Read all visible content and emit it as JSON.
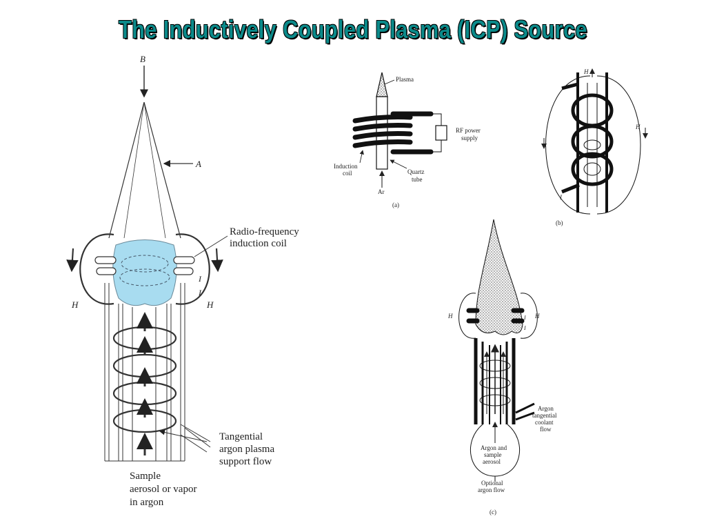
{
  "title": "The Inductively Coupled Plasma (ICP) Source",
  "left_figure": {
    "label_B": "B",
    "label_A": "A",
    "label_H_left": "H",
    "label_H_right": "H",
    "label_I1": "I",
    "label_I2": "I",
    "rf_coil_line1": "Radio-frequency",
    "rf_coil_line2": "induction coil",
    "tangential_line1": "Tangential",
    "tangential_line2": "argon plasma",
    "tangential_line3": "support flow",
    "sample_line1": "Sample",
    "sample_line2": "aerosol or vapor",
    "sample_line3": "in argon"
  },
  "figure_a": {
    "plasma": "Plasma",
    "rf_power_line1": "RF power",
    "rf_power_line2": "supply",
    "induction_line1": "Induction",
    "induction_line2": "coil",
    "quartz_line1": "Quartz",
    "quartz_line2": "tube",
    "ar": "Ar",
    "caption": "(a)"
  },
  "figure_b": {
    "label_H_top": "H",
    "label_H_right": "H",
    "label_I": "I",
    "caption": "(b)"
  },
  "figure_c": {
    "label_H_left": "H",
    "label_H_right": "H",
    "label_I1": "I",
    "label_I2": "I",
    "argon_line1": "Argon",
    "argon_line2": "tangential",
    "argon_line3": "coolant",
    "argon_line4": "flow",
    "sample_line1": "Argon and",
    "sample_line2": "sample",
    "sample_line3": "aerosol",
    "optional_line1": "Optional",
    "optional_line2": "argon flow",
    "caption": "(c)"
  }
}
